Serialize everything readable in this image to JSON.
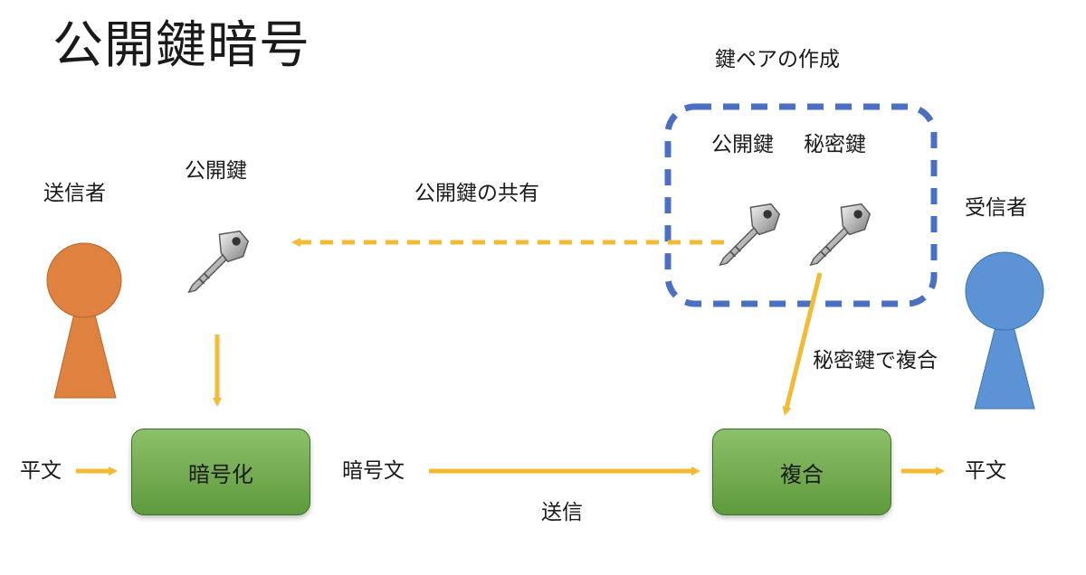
{
  "title": "公開鍵暗号",
  "labels": {
    "sender": "送信者",
    "receiver": "受信者",
    "sender_public_key": "公開鍵",
    "key_pair_creation": "鍵ペアの作成",
    "pair_public_key": "公開鍵",
    "pair_private_key": "秘密鍵",
    "public_key_share": "公開鍵の共有",
    "decrypt_with_private": "秘密鍵で複合",
    "plaintext_in": "平文",
    "ciphertext": "暗号文",
    "send": "送信",
    "plaintext_out": "平文"
  },
  "boxes": {
    "encrypt": "暗号化",
    "decrypt": "複合"
  },
  "colors": {
    "arrow": "#f3bb33",
    "group_border": "#4b6fc2",
    "sender": "#e0823f",
    "receiver": "#5b93d4",
    "box_fill": "#6fa84b"
  },
  "icons": [
    "key-icon",
    "key-icon",
    "key-icon"
  ]
}
